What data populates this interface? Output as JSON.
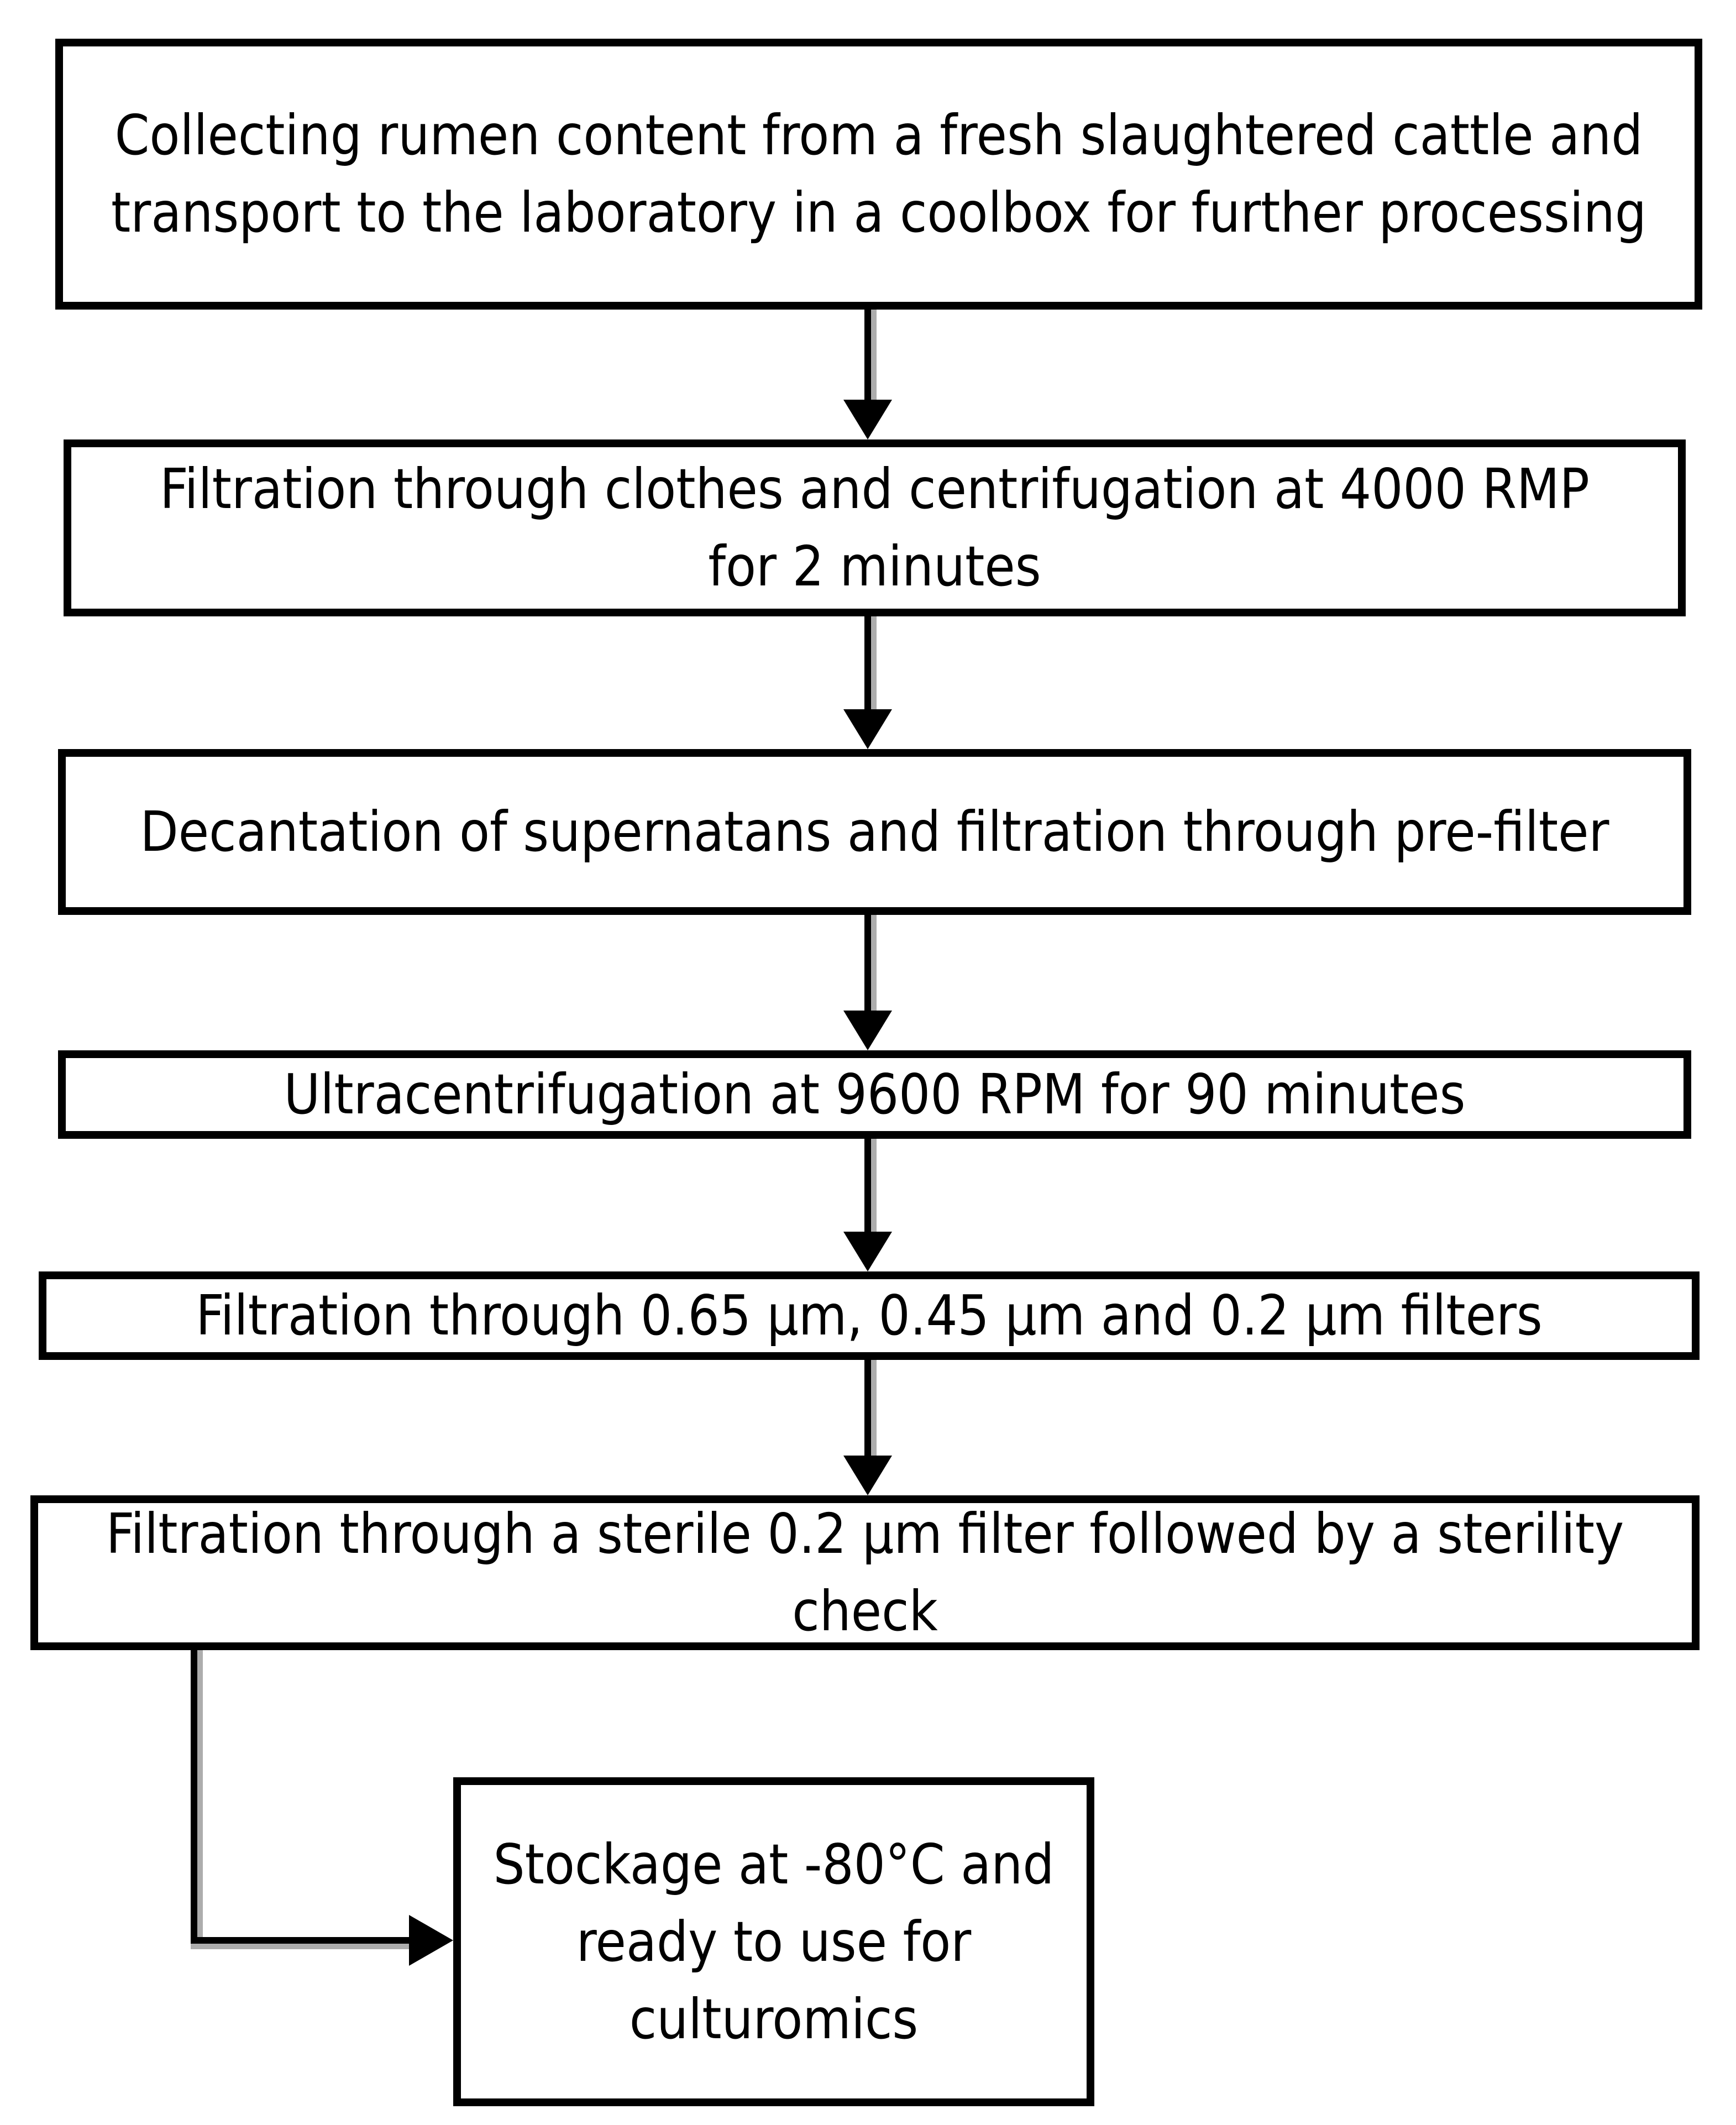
{
  "flowchart": {
    "background_color": "#ffffff",
    "line_color": "#000000",
    "shadow_color": "#adadad",
    "text_color": "#000000",
    "steps": [
      {
        "id": 1,
        "text": "Collecting rumen content from a fresh slaughtered cattle and transport to the laboratory in a coolbox for further processing"
      },
      {
        "id": 2,
        "text": "Filtration through clothes and centrifugation at 4000 RMP for 2 minutes"
      },
      {
        "id": 3,
        "text": "Decantation of supernatans and filtration through pre-filter"
      },
      {
        "id": 4,
        "text": "Ultracentrifugation at 9600 RPM for 90 minutes"
      },
      {
        "id": 5,
        "text": "Filtration through 0.65 μm, 0.45 μm and 0.2 μm filters"
      },
      {
        "id": 6,
        "text": "Filtration through a sterile 0.2 μm filter followed by a sterility check"
      },
      {
        "id": 7,
        "text": "Stockage at -80°C and ready to use for culturomics"
      }
    ],
    "connections": [
      {
        "from": 1,
        "to": 2,
        "type": "straight-down"
      },
      {
        "from": 2,
        "to": 3,
        "type": "straight-down"
      },
      {
        "from": 3,
        "to": 4,
        "type": "straight-down"
      },
      {
        "from": 4,
        "to": 5,
        "type": "straight-down"
      },
      {
        "from": 5,
        "to": 6,
        "type": "straight-down"
      },
      {
        "from": 6,
        "to": 7,
        "type": "elbow-down-right"
      }
    ]
  }
}
